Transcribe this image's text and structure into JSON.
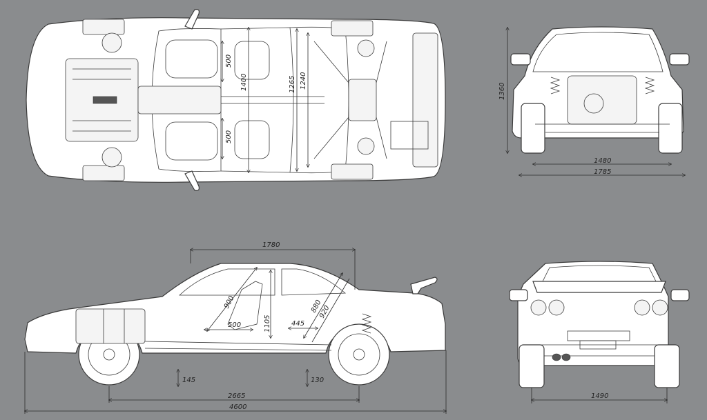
{
  "top_view": {
    "dims": {
      "seat_front": "500",
      "seat_rear": "500",
      "track_inner": "1400",
      "track_mid_a": "1265",
      "track_mid_b": "1240"
    }
  },
  "front_view": {
    "dims": {
      "height": "1360",
      "track_front": "1480",
      "overall_width": "1785"
    }
  },
  "side_view": {
    "dims": {
      "roof_length": "1780",
      "seat_height": "900",
      "seat_depth": "500",
      "pillar": "1105",
      "rear_seat": "445",
      "rear_height_a": "880",
      "rear_height_b": "920",
      "front_clearance": "145",
      "rear_clearance": "130",
      "wheelbase": "2665",
      "overall_length": "4600"
    }
  },
  "rear_view": {
    "dims": {
      "track_rear": "1490"
    }
  }
}
